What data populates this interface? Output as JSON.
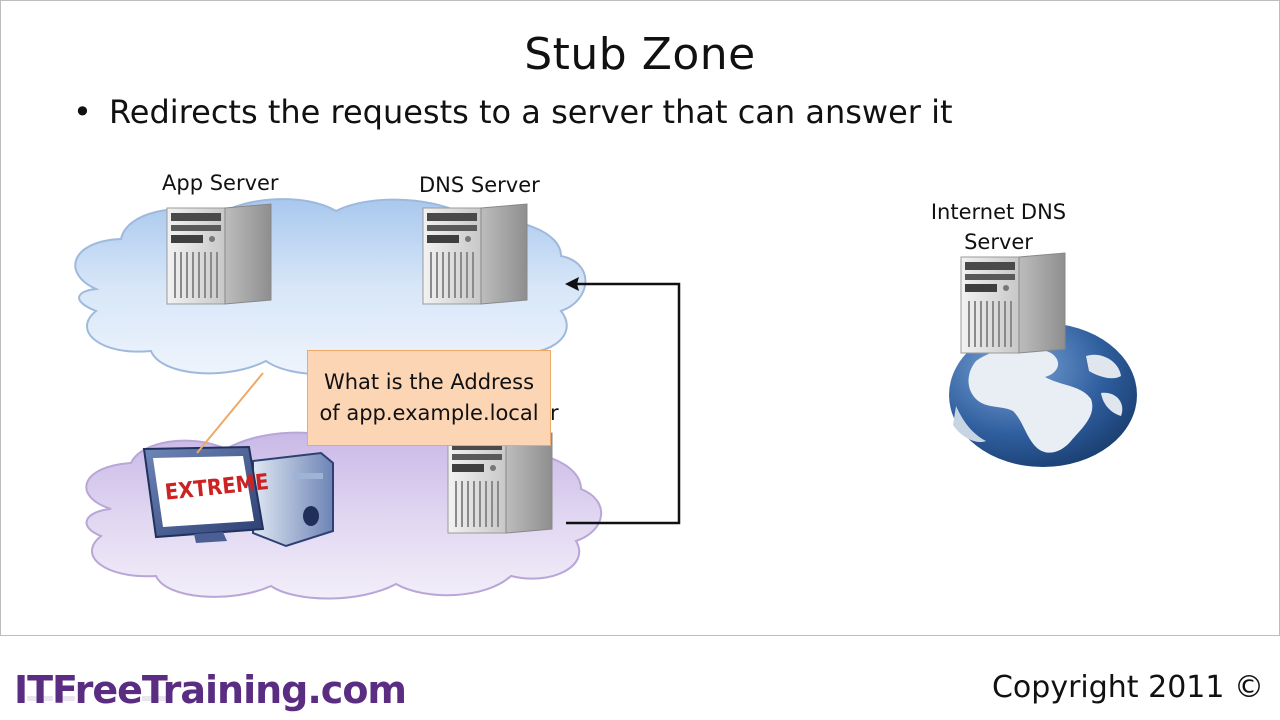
{
  "slide": {
    "title": "Stub Zone",
    "bullet": "Redirects the requests to a server that can answer it"
  },
  "diagram": {
    "app_server_label": "App Server",
    "dns_server_label": "DNS Server",
    "internet_dns_label": "Internet DNS Server",
    "callout_line1": "What is the Address",
    "callout_line2": "of app.example.local",
    "hidden_label_fragment": "r",
    "monitor_screen_text": "EXTREME"
  },
  "footer": {
    "brand": "ITFreeTraining.com",
    "copyright": "Copyright 2011 ©"
  },
  "colors": {
    "cloud_top": "#c6dbf5",
    "cloud_bottom": "#d9cdec",
    "callout_fill": "#fcd5b5",
    "brand": "#5a2d82",
    "monitor_text": "#cc2222"
  }
}
